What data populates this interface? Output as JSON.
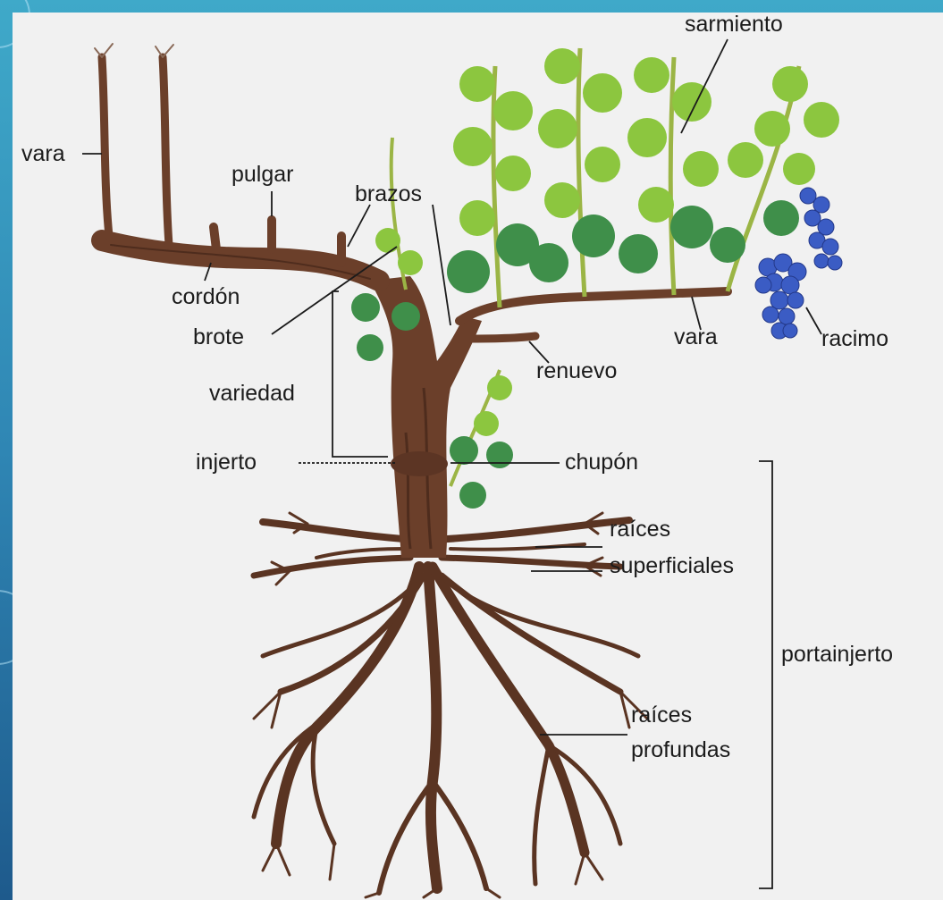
{
  "diagram": {
    "labels": {
      "vara_top": "vara",
      "pulgar": "pulgar",
      "brazos": "brazos",
      "sarmiento": "sarmiento",
      "cordon": "cordón",
      "brote": "brote",
      "vara_right": "vara",
      "racimo": "racimo",
      "renuevo": "renuevo",
      "variedad": "variedad",
      "injerto": "injerto",
      "chupon": "chupón",
      "raices_sup_1": "raíces",
      "raices_sup_2": "superficiales",
      "portainjerto": "portainjerto",
      "raices_prof_1": "raíces",
      "raices_prof_2": "profundas"
    },
    "colors": {
      "trunk": "#6b3f2a",
      "trunk_dark": "#4e2c1d",
      "leaf_light": "#8cc63f",
      "leaf_dark": "#3f8f4a",
      "grape": "#3b5cc4",
      "line": "#1b1b1b"
    }
  }
}
